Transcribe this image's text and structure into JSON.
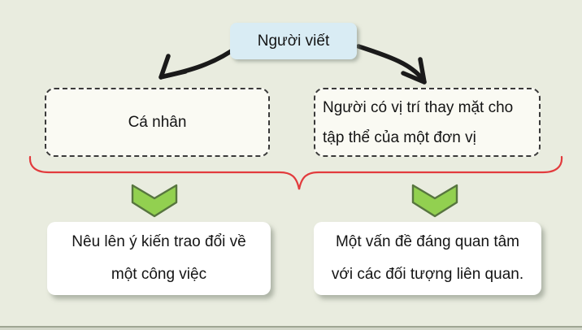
{
  "diagram": {
    "root": {
      "label": "Người viết"
    },
    "branches": [
      {
        "label": "Cá nhân"
      },
      {
        "line1": "Người có vị trí thay mặt cho",
        "line2": "tập thể của một đơn vị"
      }
    ],
    "results": [
      {
        "line1": "Nêu lên ý kiến trao đổi về",
        "line2": "một công việc"
      },
      {
        "line1": "Một vấn đề đáng quan tâm",
        "line2": "với các đối tượng liên quan."
      }
    ],
    "connectors": {
      "left_arrow": "curved-arrow-down-left",
      "right_arrow": "curved-arrow-down-right",
      "brace": "red-horizontal-brace-pointing-down",
      "left_chevron": "green-chevron-down",
      "right_chevron": "green-chevron-down"
    },
    "colors": {
      "background": "#e9ecdf",
      "root_fill": "#d9ecf4",
      "branch_fill": "#fafaf3",
      "branch_border": "#3a3a3a",
      "result_fill": "#ffffff",
      "arrow": "#1a1a1a",
      "brace": "#e23b3d",
      "chevron_fill": "#92d050",
      "chevron_stroke": "#57753f",
      "text": "#141414"
    }
  }
}
